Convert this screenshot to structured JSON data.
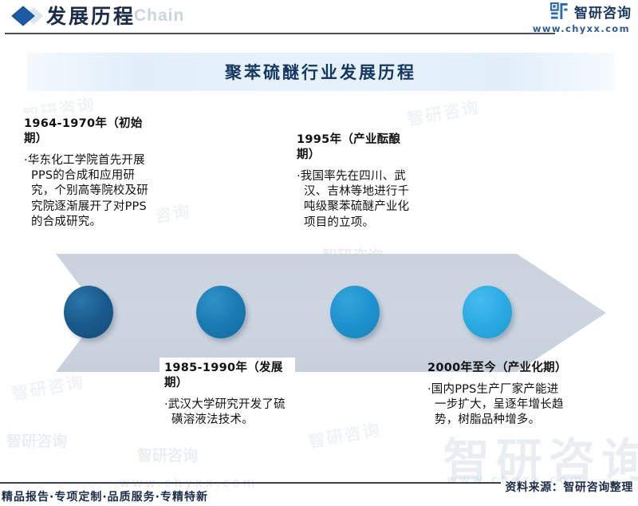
{
  "header": {
    "heading": "发展历程",
    "heading_ghost": "Chain",
    "brand_name": "智研咨询",
    "brand_url": "www.chyxx.com"
  },
  "title_banner": {
    "title": "聚苯硫醚行业发展历程"
  },
  "colors": {
    "node_1": "#1a5b8c",
    "node_2": "#1a7cb4",
    "node_3": "#1e93cf",
    "node_4": "#2cabe3",
    "arrow": "#ccd4de",
    "accent": "#1b3a63"
  },
  "timeline": {
    "stages": [
      {
        "title": "1964-1970年（初始期）",
        "body": "·华东化工学院首先开展PPS的合成和应用研究，个别高等院校及研究院逐渐展开了对PPS的合成研究。",
        "position": "above"
      },
      {
        "title": "1985-1990年（发展期）",
        "body": "·武汉大学研究开发了硫磺溶液法技术。",
        "position": "below"
      },
      {
        "title": "1995年（产业酝酿期）",
        "body": "·我国率先在四川、武汉、吉林等地进行千吨级聚苯硫醚产业化项目的立项。",
        "position": "above"
      },
      {
        "title": "2000年至今（产业化期）",
        "body": "·国内PPS生产厂家产能进一步扩大，呈逐年增长趋势，树脂品种增多。",
        "position": "below"
      }
    ]
  },
  "watermarks": {
    "brand": "智研咨询",
    "url": "www.chyxx.com"
  },
  "footer": {
    "slogan": "精品报告·专项定制·品质服务·专精特新",
    "source": "资料来源：智研咨询整理"
  }
}
